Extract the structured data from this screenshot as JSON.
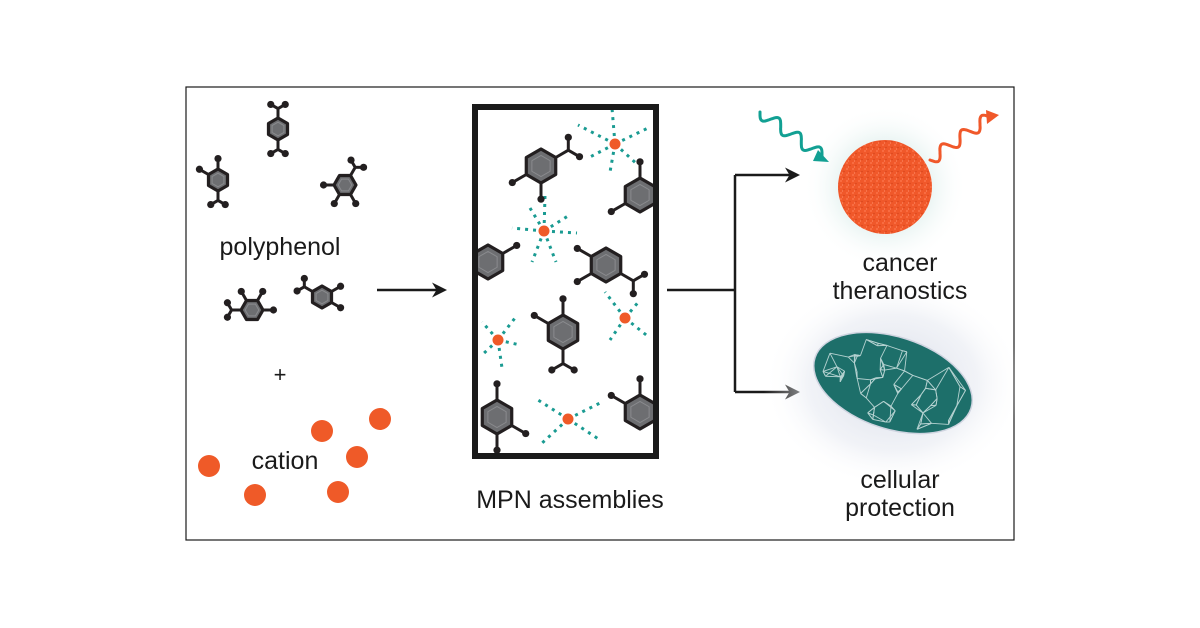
{
  "labels": {
    "polyphenol": "polyphenol",
    "plus": "+",
    "cation": "cation",
    "assemblies": "MPN assemblies",
    "cancer_line1": "cancer",
    "cancer_line2": "theranostics",
    "cellular_line1": "cellular",
    "cellular_line2": "protection"
  },
  "colors": {
    "ring_fill": "#6d6e71",
    "bond": "#231f20",
    "cation": "#ef5a28",
    "coordination": "#1a9b92",
    "nanoparticle": "#f0582a",
    "cell": "#1d6f6a",
    "cell_glow": "#d4d9e6",
    "particle_glow": "#cfe7e4",
    "wave_in": "#12a093",
    "wave_out": "#f0582a"
  },
  "icons": {
    "excitation_wave": "wave-in-icon",
    "emission_wave": "wave-out-icon"
  }
}
